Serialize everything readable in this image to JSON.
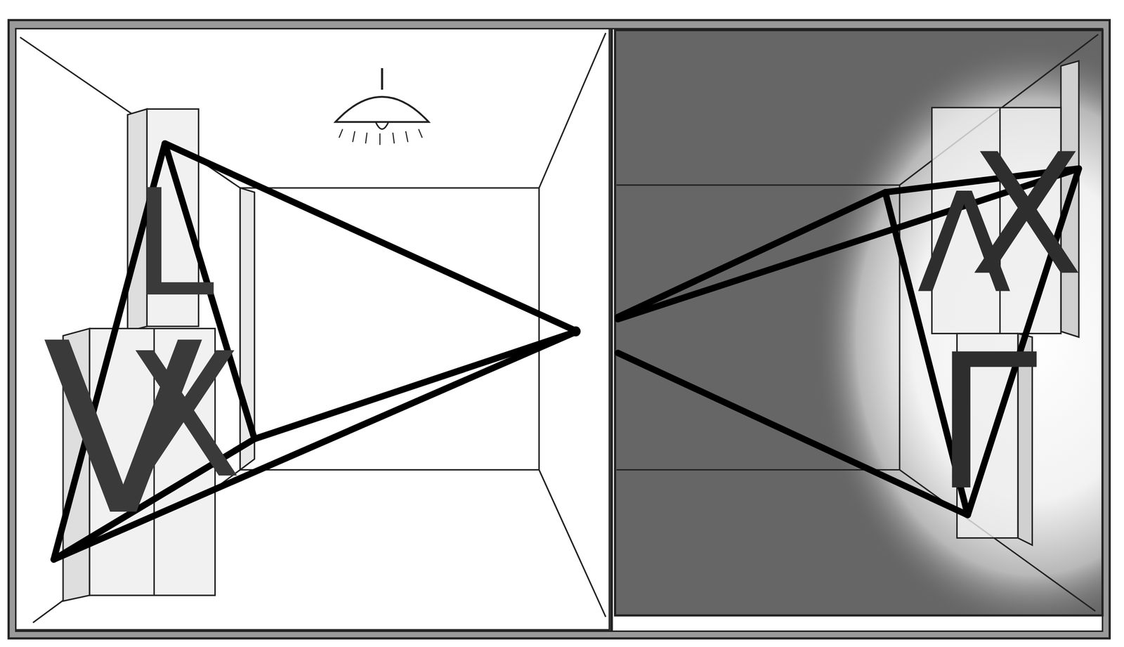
{
  "diagram": {
    "labels": [
      "L",
      "V",
      "X",
      "Λ",
      "X",
      "Γ"
    ]
  }
}
